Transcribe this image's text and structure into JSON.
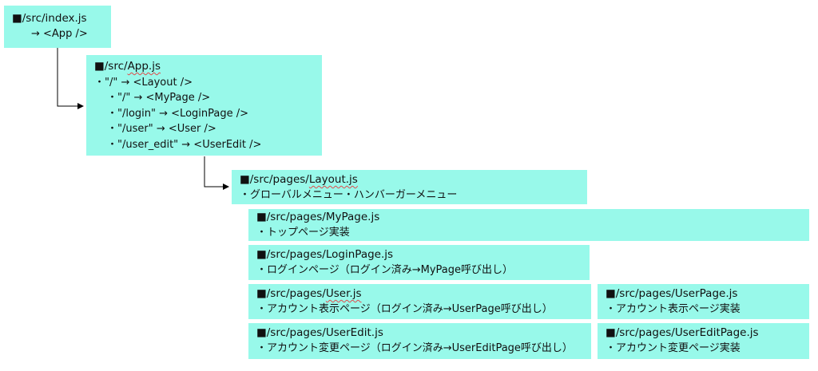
{
  "colors": {
    "box_bg": "#98F9EA",
    "connector": "#000000"
  },
  "nodes": {
    "index": {
      "title": "■/src/index.js",
      "lines": [
        "→ <App />"
      ]
    },
    "app": {
      "title_prefix": "■/src/",
      "title_wavy": "App.js",
      "lines": [
        "・\"/\" → <Layout />",
        "・\"/\" → <MyPage />",
        "・\"/login\" → <LoginPage />",
        "・\"/user\" → <User />",
        "・\"/user_edit\" → <UserEdit />"
      ]
    },
    "layout": {
      "title_prefix": "■/src/pages/",
      "title_wavy": "Layout.js",
      "lines": [
        "・グローバルメニュー・ハンバーガーメニュー"
      ]
    },
    "mypage": {
      "title": "■/src/pages/MyPage.js",
      "lines": [
        "・トップページ実装"
      ]
    },
    "loginpage": {
      "title": "■/src/pages/LoginPage.js",
      "lines": [
        "・ログインページ（ログイン済み→MyPage呼び出し）"
      ]
    },
    "user": {
      "title_prefix": "■/src/pages/",
      "title_wavy": "User.js",
      "lines": [
        "・アカウント表示ページ（ログイン済み→UserPage呼び出し）"
      ]
    },
    "userpage": {
      "title": "■/src/pages/UserPage.js",
      "lines": [
        "・アカウント表示ページ実装"
      ]
    },
    "useredit": {
      "title": "■/src/pages/UserEdit.js",
      "lines": [
        "・アカウント変更ページ（ログイン済み→UserEditPage呼び出し）"
      ]
    },
    "usereditpage": {
      "title": "■/src/pages/UserEditPage.js",
      "lines": [
        "・アカウント変更ページ実装"
      ]
    }
  }
}
